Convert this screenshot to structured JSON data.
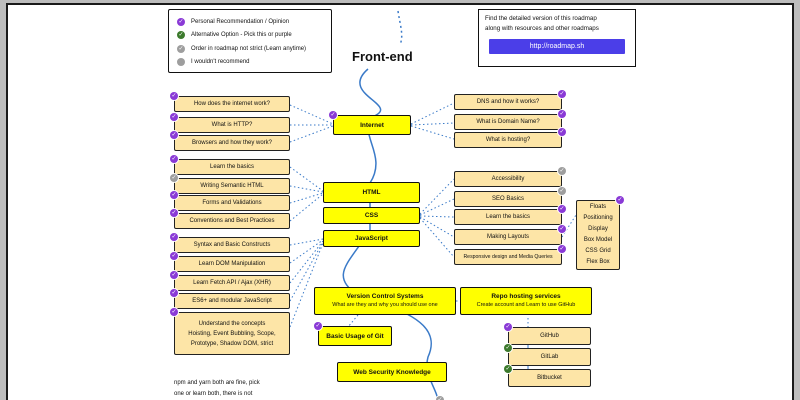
{
  "legend": {
    "items": [
      {
        "label": "Personal Recommendation / Opinion",
        "icon": "purple-check-icon",
        "color": "#8a3ad6"
      },
      {
        "label": "Alternative Option - Pick this or purple",
        "icon": "green-check-icon",
        "color": "#3c7a2c"
      },
      {
        "label": "Order in roadmap not strict (Learn anytime)",
        "icon": "gray-check-icon",
        "color": "#9e9e9e"
      },
      {
        "label": "I wouldn't recommend",
        "icon": "gray-dot-icon",
        "color": "#9e9e9e"
      }
    ]
  },
  "info": {
    "line1": "Find the detailed version of this roadmap",
    "line2": "along with resources and other roadmaps",
    "link_label": "http://roadmap.sh"
  },
  "title": "Front-end",
  "main_nodes": {
    "internet": "Internet",
    "html": "HTML",
    "css": "CSS",
    "javascript": "JavaScript",
    "vcs_title": "Version Control Systems",
    "vcs_sub": "What are they and why you should use one",
    "repo_title": "Repo hosting services",
    "repo_sub": "Create account and Learn to use GitHub",
    "git": "Basic Usage of Git",
    "security": "Web Security Knowledge"
  },
  "internet_left": [
    "How does the internet work?",
    "What is HTTP?",
    "Browsers and how they work?"
  ],
  "internet_right": [
    "DNS and how it works?",
    "What is Domain Name?",
    "What is hosting?"
  ],
  "html_left": [
    "Learn the basics",
    "Writing Semantic HTML",
    "Forms and Validations",
    "Conventions and Best Practices"
  ],
  "js_left": [
    "Syntax and Basic Constructs",
    "Learn DOM Manipulation",
    "Learn Fetch API / Ajax (XHR)",
    "ES6+ and modular JavaScript"
  ],
  "concepts": {
    "line1": "Understand the concepts",
    "line2": "Hoisting, Event Bubbling, Scope,",
    "line3": "Prototype, Shadow DOM, strict"
  },
  "css_right": [
    "Accessibility",
    "SEO Basics",
    "Learn the basics",
    "Making Layouts",
    "Responsive design and Media Queries"
  ],
  "layouts": [
    "Floats",
    "Positioning",
    "Display",
    "Box Model",
    "CSS Grid",
    "Flex Box"
  ],
  "repo_hosts": [
    "GitHub",
    "GitLab",
    "Bitbucket"
  ],
  "note": {
    "line1": "npm and yarn both are fine, pick",
    "line2": "one or learn both, there is not"
  }
}
